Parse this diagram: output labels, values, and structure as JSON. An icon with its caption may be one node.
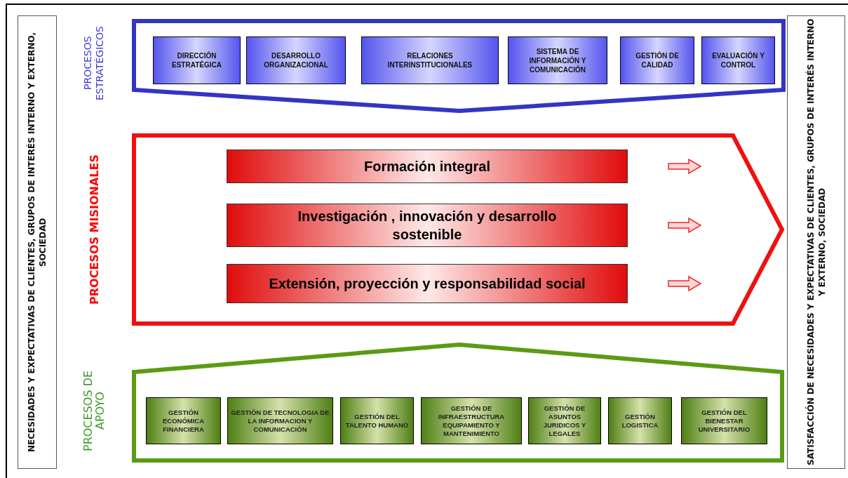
{
  "diagram": {
    "nodes": [
      {
        "text": [
          "NECESIDADES Y EXPECTATIVAS DE CLIENTES, GRUPOS DE INTERÉS INTERNO Y EXTERNO, SOCIEDAD"
        ]
      },
      {
        "text": [],
        "shape": "band",
        "beside": [
          "PROCESOS ESTRATÉGICOS"
        ]
      },
      {
        "text": [
          "DIRECCIÓN ESTRATÉGICA"
        ],
        "in": 1
      },
      {
        "text": [
          "DESARROLLO ORGANIZACIONAL"
        ],
        "in": 1
      },
      {
        "text": [
          "RELACIONES INTERINSTITUCIONALES"
        ],
        "in": 1
      },
      {
        "text": [
          "SISTEMA DE INFORMACIÓN Y COMUNICACIÓN"
        ],
        "in": 1
      },
      {
        "text": [
          "GESTIÓN DE CALIDAD"
        ],
        "in": 1
      },
      {
        "text": [
          "EVALUACIÓN Y CONTROL"
        ],
        "in": 1
      },
      {
        "text": [],
        "shape": "band",
        "beside": [
          "PROCESOS MISIONALES"
        ]
      },
      {
        "text": [
          "Formación integral"
        ],
        "in": 8
      },
      {
        "text": [
          "Investigación , innovación y desarrollo sostenible"
        ],
        "in": 8
      },
      {
        "text": [
          "Extensión, proyección y responsabilidad social"
        ],
        "in": 8
      },
      {
        "text": [],
        "shape": "band",
        "beside": [
          "PROCESOS DE APOYO"
        ]
      },
      {
        "text": [
          "GESTIÓN ECONÓMICA FINANCIERA"
        ],
        "in": 12
      },
      {
        "text": [
          "GESTIÓN DE TECNOLOGIA DE LA INFORMACION Y COMUNICACIÓN"
        ],
        "in": 12
      },
      {
        "text": [
          "GESTIÓN DEL TALENTO HUMANO"
        ],
        "in": 12
      },
      {
        "text": [
          "GESTIÓN DE INFRAESTRUCTURA EQUIPAMIENTO Y MANTENIMIENTO"
        ],
        "in": 12
      },
      {
        "text": [
          "GESTIÓN DE ASUNTOS JURIDICOS Y LEGALES"
        ],
        "in": 12
      },
      {
        "text": [
          "GESTIÓN LOGISTICA"
        ],
        "in": 12
      },
      {
        "text": [
          "GESTIÓN DEL BIENESTAR UNIVERSITARIO"
        ],
        "in": 12
      },
      {
        "text": [
          "SATISFACCIÓN DE NECESIDADES Y EXPECTATIVAS DE CLIENTES, GRUPOS DE INTERÉS INTERNO Y EXTERNO, SOCIEDAD"
        ]
      }
    ]
  }
}
